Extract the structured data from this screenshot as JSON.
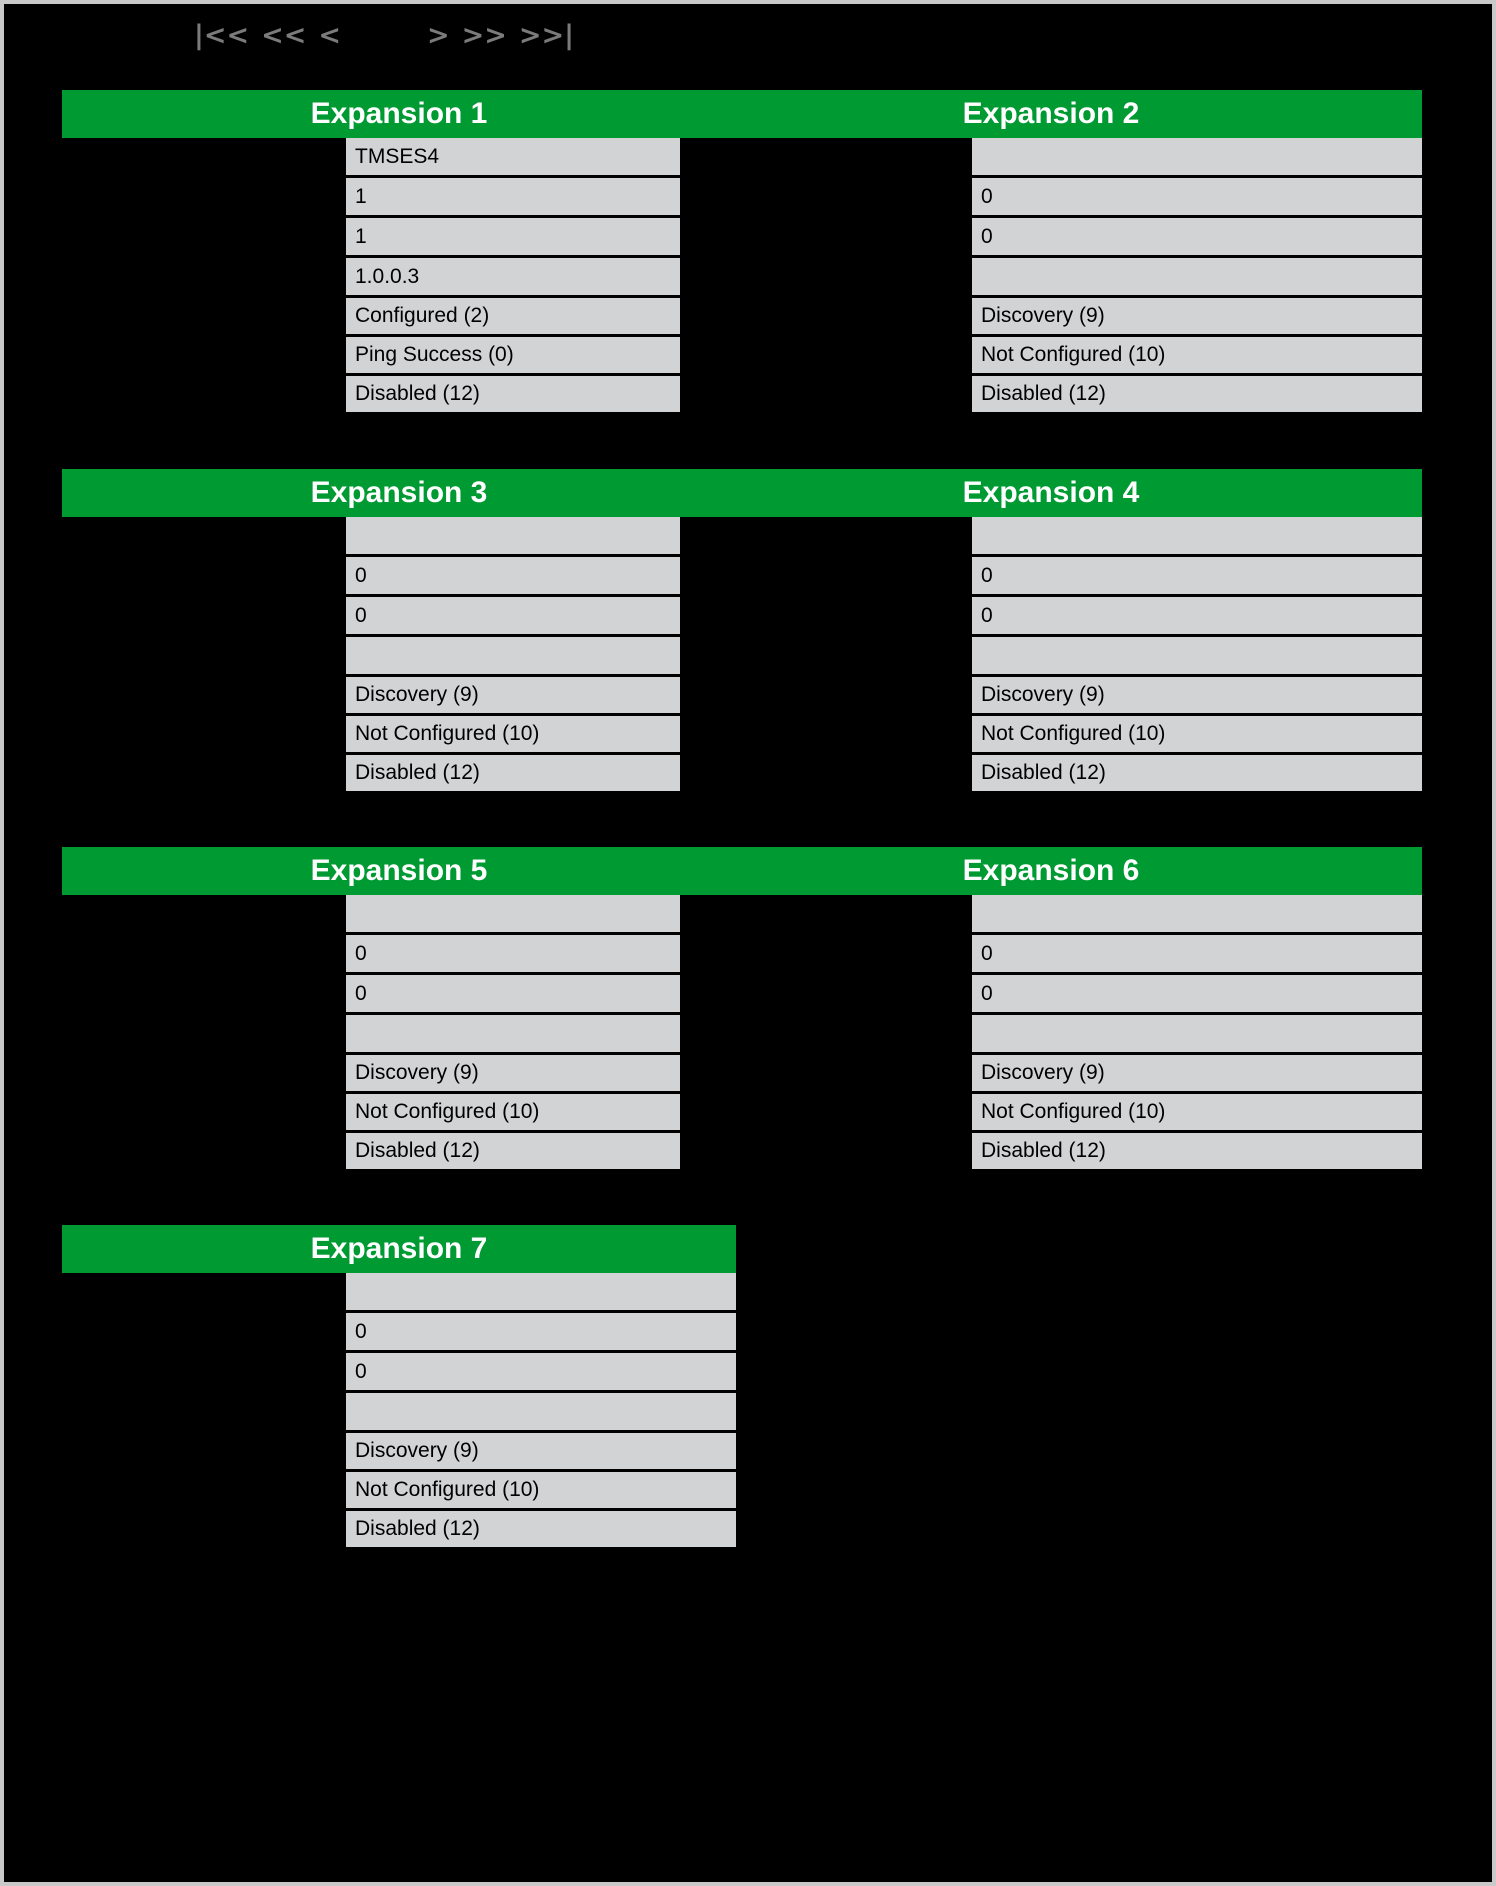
{
  "pager": {
    "first_label": "|<<",
    "prev_page_label": "<<",
    "prev_label": "<",
    "next_label": ">",
    "next_page_label": ">>",
    "last_label": ">>|"
  },
  "colors": {
    "background": "#000000",
    "header_green": "#009a33",
    "cell_grey": "#d2d3d5",
    "header_text": "#ffffff",
    "pager_grey": "#7b7b7b",
    "frame": "#c9c9c9"
  },
  "panels": [
    {
      "title": "Expansion 1",
      "rows": [
        {
          "label": "",
          "value": "TMSES4"
        },
        {
          "label": "",
          "value": "1"
        },
        {
          "label": "",
          "value": "1"
        },
        {
          "label": "",
          "value": "1.0.0.3"
        },
        {
          "label": "",
          "value": "Configured (2)"
        },
        {
          "label": "",
          "value": "Ping Success (0)"
        },
        {
          "label": "",
          "value": "Disabled (12)"
        }
      ]
    },
    {
      "title": "Expansion 2",
      "rows": [
        {
          "label": "",
          "value": ""
        },
        {
          "label": "",
          "value": "0"
        },
        {
          "label": "",
          "value": "0"
        },
        {
          "label": "",
          "value": ""
        },
        {
          "label": "",
          "value": "Discovery (9)"
        },
        {
          "label": "",
          "value": "Not Configured (10)"
        },
        {
          "label": "",
          "value": "Disabled (12)"
        }
      ]
    },
    {
      "title": "Expansion 3",
      "rows": [
        {
          "label": "",
          "value": ""
        },
        {
          "label": "",
          "value": "0"
        },
        {
          "label": "",
          "value": "0"
        },
        {
          "label": "",
          "value": ""
        },
        {
          "label": "",
          "value": "Discovery (9)"
        },
        {
          "label": "",
          "value": "Not Configured (10)"
        },
        {
          "label": "",
          "value": "Disabled (12)"
        }
      ]
    },
    {
      "title": "Expansion 4",
      "rows": [
        {
          "label": "",
          "value": ""
        },
        {
          "label": "",
          "value": "0"
        },
        {
          "label": "",
          "value": "0"
        },
        {
          "label": "",
          "value": ""
        },
        {
          "label": "",
          "value": "Discovery (9)"
        },
        {
          "label": "",
          "value": "Not Configured (10)"
        },
        {
          "label": "",
          "value": "Disabled (12)"
        }
      ]
    },
    {
      "title": "Expansion 5",
      "rows": [
        {
          "label": "",
          "value": ""
        },
        {
          "label": "",
          "value": "0"
        },
        {
          "label": "",
          "value": "0"
        },
        {
          "label": "",
          "value": ""
        },
        {
          "label": "",
          "value": "Discovery (9)"
        },
        {
          "label": "",
          "value": "Not Configured (10)"
        },
        {
          "label": "",
          "value": "Disabled (12)"
        }
      ]
    },
    {
      "title": "Expansion 6",
      "rows": [
        {
          "label": "",
          "value": ""
        },
        {
          "label": "",
          "value": "0"
        },
        {
          "label": "",
          "value": "0"
        },
        {
          "label": "",
          "value": ""
        },
        {
          "label": "",
          "value": "Discovery (9)"
        },
        {
          "label": "",
          "value": "Not Configured (10)"
        },
        {
          "label": "",
          "value": "Disabled (12)"
        }
      ]
    },
    {
      "title": "Expansion 7",
      "rows": [
        {
          "label": "",
          "value": ""
        },
        {
          "label": "",
          "value": "0"
        },
        {
          "label": "",
          "value": "0"
        },
        {
          "label": "",
          "value": ""
        },
        {
          "label": "",
          "value": "Discovery (9)"
        },
        {
          "label": "",
          "value": "Not Configured (10)"
        },
        {
          "label": "",
          "value": "Disabled (12)"
        }
      ]
    }
  ]
}
